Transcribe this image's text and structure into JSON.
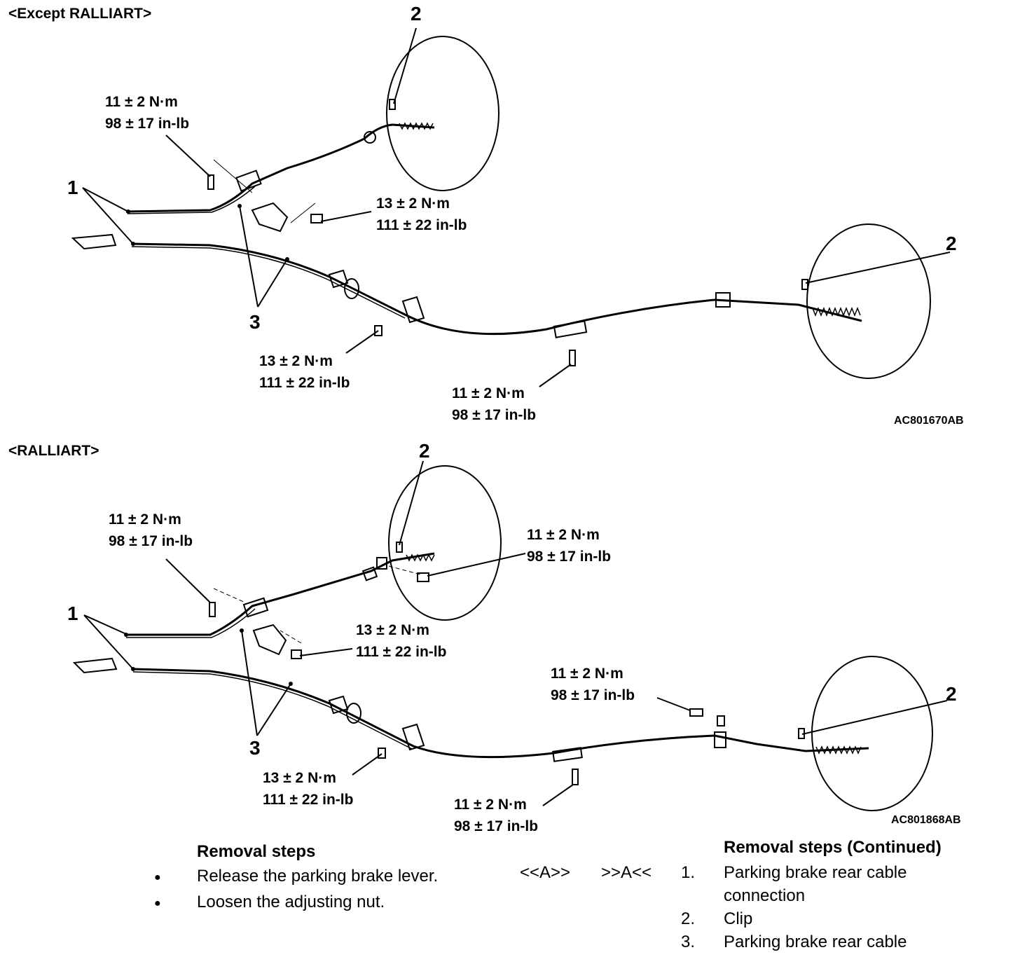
{
  "diagram_top": {
    "title": "<Except RALLIART>",
    "callouts": {
      "c1": "1",
      "c2a": "2",
      "c2b": "2",
      "c3": "3"
    },
    "torques": [
      {
        "nm": "11 ± 2 N·m",
        "inlb": "98 ± 17 in-lb"
      },
      {
        "nm": "13 ± 2 N·m",
        "inlb": "111 ± 22 in-lb"
      },
      {
        "nm": "13 ± 2 N·m",
        "inlb": "111 ± 22 in-lb"
      },
      {
        "nm": "11 ± 2 N·m",
        "inlb": "98 ± 17 in-lb"
      }
    ],
    "ref": "AC801670AB"
  },
  "diagram_bottom": {
    "title": "<RALLIART>",
    "callouts": {
      "c1": "1",
      "c2a": "2",
      "c2b": "2",
      "c3": "3"
    },
    "torques": [
      {
        "nm": "11 ± 2 N·m",
        "inlb": "98 ± 17 in-lb"
      },
      {
        "nm": "11 ± 2 N·m",
        "inlb": "98 ± 17 in-lb"
      },
      {
        "nm": "13 ± 2 N·m",
        "inlb": "111 ± 22 in-lb"
      },
      {
        "nm": "11 ± 2 N·m",
        "inlb": "98 ± 17 in-lb"
      },
      {
        "nm": "13 ± 2 N·m",
        "inlb": "111 ± 22 in-lb"
      },
      {
        "nm": "11 ± 2 N·m",
        "inlb": "98 ± 17 in-lb"
      }
    ],
    "ref": "AC801868AB"
  },
  "removal_steps": {
    "title": "Removal steps",
    "items": [
      "Release the parking brake lever.",
      "Loosen the adjusting nut."
    ],
    "bullet": "●"
  },
  "removal_steps_continued": {
    "title": "Removal steps (Continued)",
    "markers": [
      "<<A>>",
      ">>A<<"
    ],
    "items": [
      {
        "num": "1.",
        "text": "Parking brake rear cable",
        "text2": "connection"
      },
      {
        "num": "2.",
        "text": "Clip"
      },
      {
        "num": "3.",
        "text": "Parking brake rear cable"
      }
    ]
  }
}
